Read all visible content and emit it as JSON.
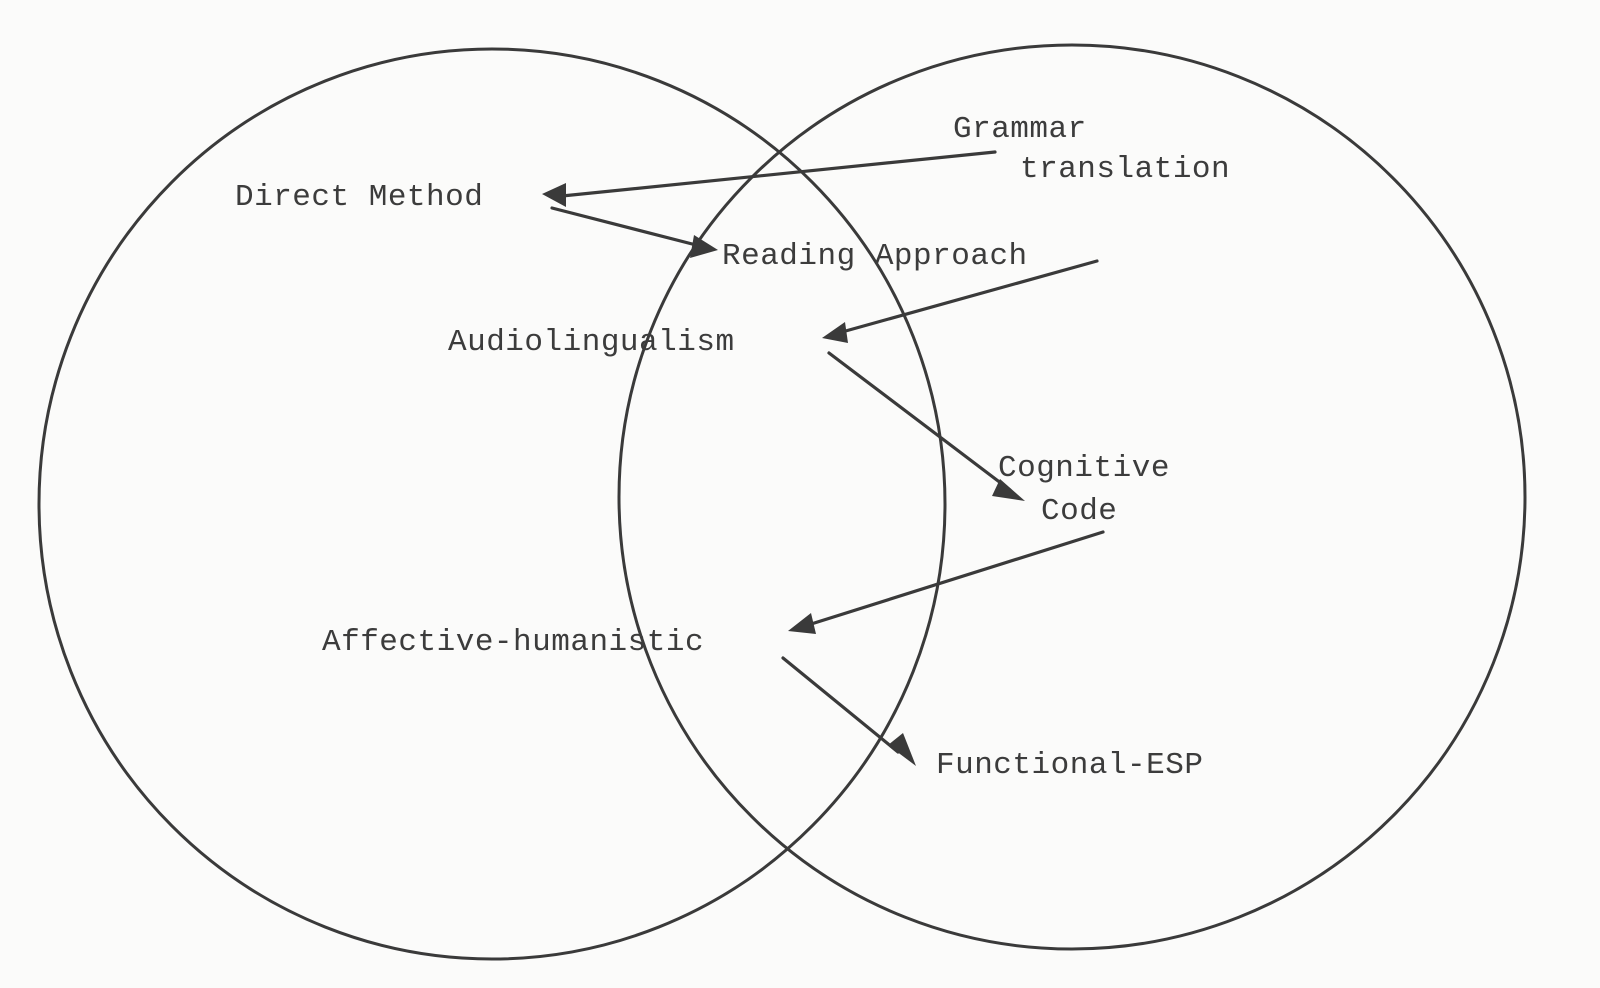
{
  "diagram": {
    "type": "venn-with-arrows",
    "circles": [
      {
        "id": "left-circle"
      },
      {
        "id": "right-circle"
      }
    ],
    "nodes": [
      {
        "id": "direct-method",
        "lines": [
          "Direct Method"
        ]
      },
      {
        "id": "grammar-translation",
        "lines": [
          "Grammar",
          "translation"
        ]
      },
      {
        "id": "reading-approach",
        "lines": [
          "Reading Approach"
        ]
      },
      {
        "id": "audiolingualism",
        "lines": [
          "Audiolingualism"
        ]
      },
      {
        "id": "cognitive-code",
        "lines": [
          "Cognitive",
          "Code"
        ]
      },
      {
        "id": "affective-humanistic",
        "lines": [
          "Affective-humanistic"
        ]
      },
      {
        "id": "functional-esp",
        "lines": [
          "Functional-ESP"
        ]
      }
    ],
    "edges": [
      {
        "from": "grammar-translation",
        "to": "direct-method"
      },
      {
        "from": "direct-method",
        "to": "reading-approach"
      },
      {
        "from": "reading-approach",
        "to": "audiolingualism"
      },
      {
        "from": "audiolingualism",
        "to": "cognitive-code"
      },
      {
        "from": "cognitive-code",
        "to": "affective-humanistic"
      },
      {
        "from": "affective-humanistic",
        "to": "functional-esp"
      }
    ]
  }
}
